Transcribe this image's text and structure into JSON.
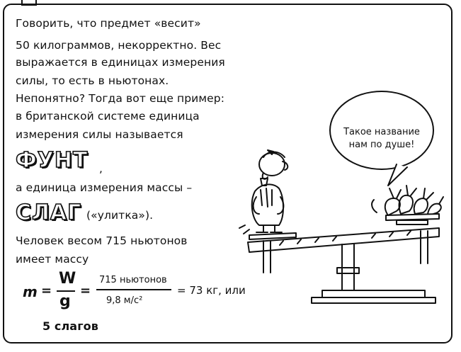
{
  "text_lines": [
    "Говорить, что предмет «весит»",
    "50 килограммов, некорректно. Вес",
    "выражается в единицах измерения",
    "силы, то есть в ньютонах.",
    "Непонятно? Тогда вот еще пример:",
    "в британской системе единица",
    "измерения силы называется"
  ],
  "pound_word": "ФУНТ",
  "pound_comma": ",",
  "mass_line": "а единица измерения массы –",
  "slug_word": "СЛАГ",
  "slug_note": "(«улитка»).",
  "person_line_1": "Человек весом 715 ньютонов",
  "person_line_2": "имеет массу",
  "formula": {
    "lhs": "m",
    "eq1": "=",
    "W": "W",
    "g": "g",
    "eq2": "=",
    "numerator": "715 ньютонов",
    "denominator": "9,8 м/с²",
    "result": "= 73 кг, или"
  },
  "answer": "5 слагов",
  "speech_bubble": {
    "line1": "Такое название",
    "line2": "нам по душе!"
  }
}
